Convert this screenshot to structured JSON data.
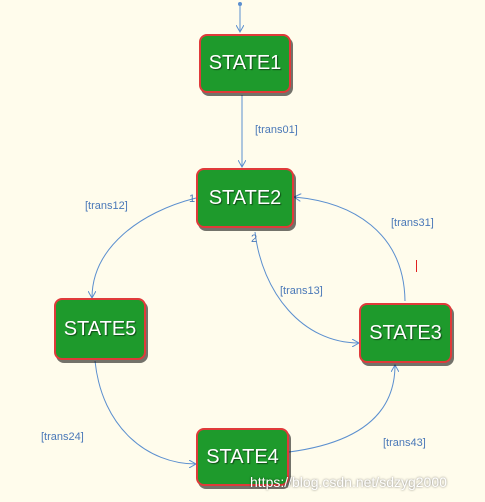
{
  "states": {
    "state1": "STATE1",
    "state2": "STATE2",
    "state3": "STATE3",
    "state4": "STATE4",
    "state5": "STATE5"
  },
  "transitions": {
    "trans01": "[trans01]",
    "trans12": "[trans12]",
    "trans13": "[trans13]",
    "trans31": "[trans31]",
    "trans24": "[trans24]",
    "trans43": "[trans43]"
  },
  "priorities": {
    "p1": "1",
    "p2": "2"
  },
  "watermark": "https://blog.csdn.net/sdzyg2000",
  "colors": {
    "background": "#fffcec",
    "state_fill": "#1e9a2c",
    "state_border": "#e03a3a",
    "transition_line": "#5b8fcf",
    "label_text": "#4a78b8"
  }
}
